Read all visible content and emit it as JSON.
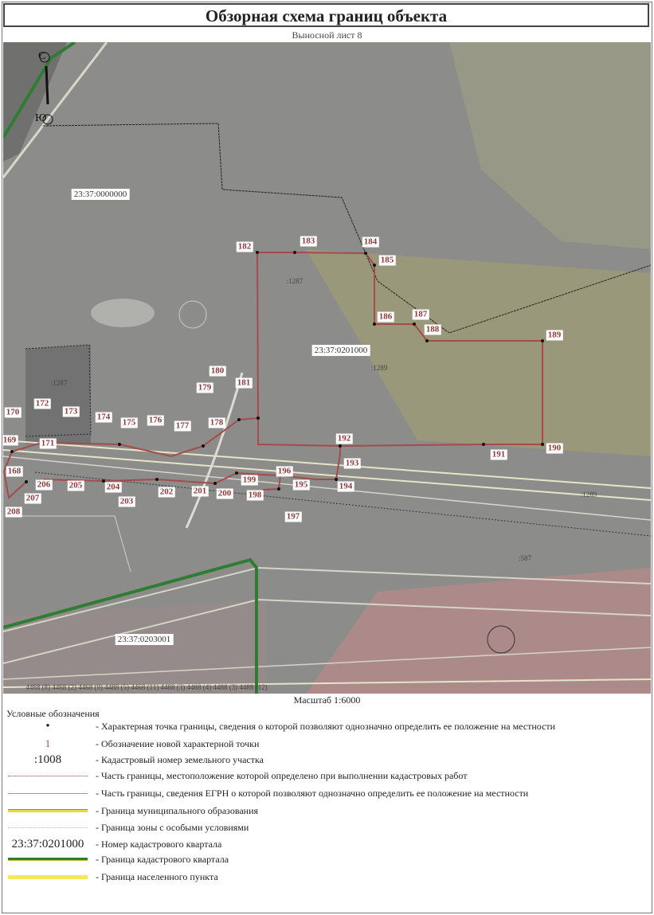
{
  "header": {
    "title": "Обзорная схема границ объекта",
    "sheet": "Выносной лист 8"
  },
  "map": {
    "north": {
      "n": "С",
      "s": "Ю"
    },
    "quarters": [
      "23:37:0000000",
      "23:37:0201000",
      "23:37:0203001"
    ],
    "parcels": [
      ":1289",
      ":1287",
      ":1289",
      ":1287",
      ":587"
    ],
    "bottom_labels": "4468 (8) 4468 (2) 4468 (9) 4488 (5) 4468 (11) 4488 (3) 4488 (4) 4488 (3) 4488 (12)",
    "points": [
      "182",
      "183",
      "184",
      "185",
      "186",
      "187",
      "188",
      "189",
      "190",
      "191",
      "192",
      "193",
      "194",
      "195",
      "196",
      "197",
      "198",
      "199",
      "200",
      "201",
      "202",
      "203",
      "204",
      "205",
      "206",
      "207",
      "208",
      "168",
      "169",
      "170",
      "171",
      "172",
      "173",
      "174",
      "175",
      "176",
      "177",
      "178",
      "179",
      "180",
      "181"
    ]
  },
  "scale": "Масштаб 1:6000",
  "legend": {
    "title": "Условные обозначения",
    "items": [
      {
        "symbol": "•",
        "text": "- Характерная точка границы, сведения о которой позволяют однозначно определить ее положение на местности"
      },
      {
        "symbol": "1",
        "text": "- Обозначение новой характерной точки"
      },
      {
        "symbol": ":1008",
        "text": "- Кадастровый номер земельного участка"
      },
      {
        "symbol": "",
        "text": "- Часть границы, местоположение которой определено при выполнении кадастровых работ"
      },
      {
        "symbol": "",
        "text": "- Часть границы, сведения ЕГРН о которой позволяют однозначно определить ее положение на местности"
      },
      {
        "symbol": "",
        "text": "- Граница муниципального образования"
      },
      {
        "symbol": "",
        "text": "- Граница зоны с особыми условиями"
      },
      {
        "symbol": "23:37:0201000",
        "text": "- Номер кадастрового квартала"
      },
      {
        "symbol": "",
        "text": "- Граница кадастрового квартала"
      },
      {
        "symbol": "",
        "text": "- Граница населенного пункта"
      }
    ]
  },
  "colors": {
    "boundary": "#a54b4b",
    "quarter": "#2e7d32",
    "settlement": "#f2ea5a",
    "map_bg": "#8c8c8a"
  }
}
